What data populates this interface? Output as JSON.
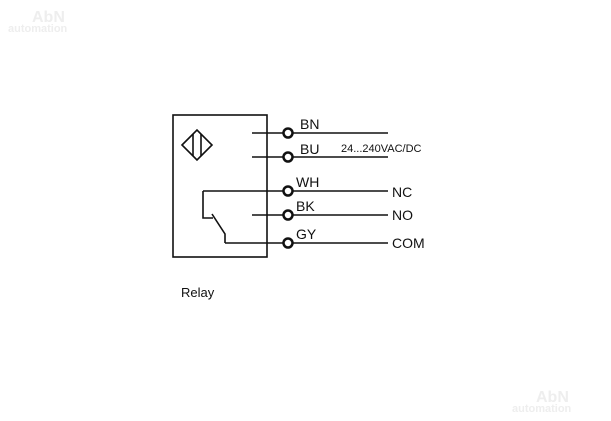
{
  "watermark": {
    "brand": "AbN",
    "sub": "automation"
  },
  "terminals": [
    {
      "id": "BN",
      "label": "BN"
    },
    {
      "id": "BU",
      "label": "BU"
    },
    {
      "id": "WH",
      "label": "WH",
      "contact": "NC"
    },
    {
      "id": "BK",
      "label": "BK",
      "contact": "NO"
    },
    {
      "id": "GY",
      "label": "GY",
      "contact": "COM"
    }
  ],
  "supply": "24...240VAC/DC",
  "caption": "Relay",
  "colors": {
    "line": "#111111",
    "watermark": "#eeeeee"
  }
}
